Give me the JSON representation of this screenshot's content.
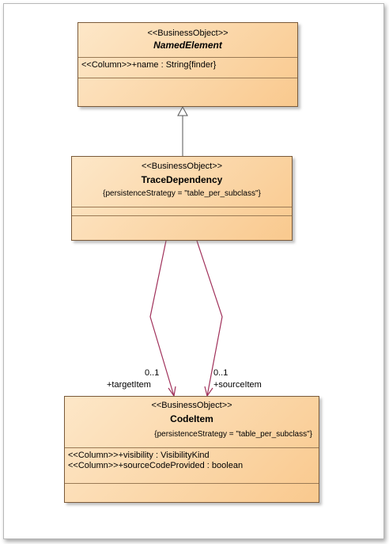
{
  "classes": {
    "named_element": {
      "stereotype": "<<BusinessObject>>",
      "name": "NamedElement",
      "attributes": [
        "<<Column>>+name : String{finder}"
      ]
    },
    "trace_dependency": {
      "stereotype": "<<BusinessObject>>",
      "name": "TraceDependency",
      "constraint": "{persistenceStrategy = \"table_per_subclass\"}",
      "attributes": []
    },
    "code_item": {
      "stereotype": "<<BusinessObject>>",
      "name": "CodeItem",
      "constraint": "{persistenceStrategy = \"table_per_subclass\"}",
      "attributes": [
        "<<Column>>+visibility : VisibilityKind",
        "<<Column>>+sourceCodeProvided : boolean"
      ]
    }
  },
  "associations": {
    "target": {
      "multiplicity": "0..1",
      "role": "+targetItem"
    },
    "source": {
      "multiplicity": "0..1",
      "role": "+sourceItem"
    }
  },
  "colors": {
    "class_fill_light": "#fde7c8",
    "class_fill_dark": "#f9c98e",
    "class_border": "#7a5a3a",
    "association_line": "#a0305a",
    "generalization_line": "#555555"
  }
}
